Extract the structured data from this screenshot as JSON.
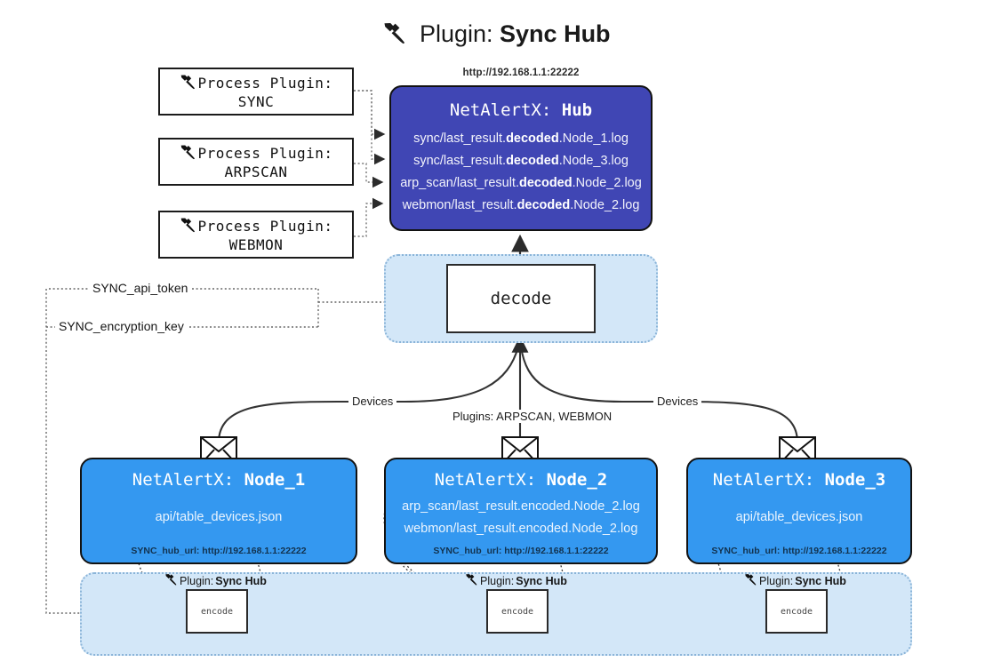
{
  "title": {
    "icon": "plug-icon",
    "prefix": "Plugin:",
    "name": "Sync Hub"
  },
  "process_plugins": [
    {
      "icon": "plug-icon",
      "line1": "Process Plugin:",
      "line2": "SYNC"
    },
    {
      "icon": "plug-icon",
      "line1": "Process Plugin:",
      "line2": "ARPSCAN"
    },
    {
      "icon": "plug-icon",
      "line1": "Process Plugin:",
      "line2": "WEBMON"
    }
  ],
  "hub": {
    "url": "http://192.168.1.1:22222",
    "title_prefix": "NetAlertX:",
    "title_name": "Hub",
    "color": "#4046b4",
    "logs": [
      {
        "pre": "sync/last_result.",
        "mid": "decoded",
        "post": ".Node_1.log"
      },
      {
        "pre": "sync/last_result.",
        "mid": "decoded",
        "post": ".Node_3.log"
      },
      {
        "pre": "arp_scan/last_result.",
        "mid": "decoded",
        "post": ".Node_2.log"
      },
      {
        "pre": "webmon/last_result.",
        "mid": "decoded",
        "post": ".Node_2.log"
      }
    ]
  },
  "decode": {
    "label": "decode",
    "pool_color": "#d3e7f8"
  },
  "secrets": [
    {
      "label": "SYNC_api_token"
    },
    {
      "label": "SYNC_encryption_key"
    }
  ],
  "edge_labels": {
    "devices_left": "Devices",
    "devices_right": "Devices",
    "plugins_center": "Plugins: ARPSCAN, WEBMON"
  },
  "nodes": [
    {
      "title_prefix": "NetAlertX:",
      "title_name": "Node_1",
      "color": "#3498f0",
      "icon": "envelope-icon",
      "lines": [
        "api/table_devices.json"
      ],
      "footer": "SYNC_hub_url: http://192.168.1.1:22222"
    },
    {
      "title_prefix": "NetAlertX:",
      "title_name": "Node_2",
      "color": "#3498f0",
      "icon": "envelope-icon",
      "lines": [
        "arp_scan/last_result.encoded.Node_2.log",
        "webmon/last_result.encoded.Node_2.log"
      ],
      "footer": "SYNC_hub_url: http://192.168.1.1:22222"
    },
    {
      "title_prefix": "NetAlertX:",
      "title_name": "Node_3",
      "color": "#3498f0",
      "icon": "envelope-icon",
      "lines": [
        "api/table_devices.json"
      ],
      "footer": "SYNC_hub_url: http://192.168.1.1:22222"
    }
  ],
  "encoders": [
    {
      "caption_prefix": "Plugin:",
      "caption_name": "Sync Hub",
      "label": "encode",
      "icon": "plug-icon"
    },
    {
      "caption_prefix": "Plugin:",
      "caption_name": "Sync Hub",
      "label": "encode",
      "icon": "plug-icon"
    },
    {
      "caption_prefix": "Plugin:",
      "caption_name": "Sync Hub",
      "label": "encode",
      "icon": "plug-icon"
    }
  ]
}
